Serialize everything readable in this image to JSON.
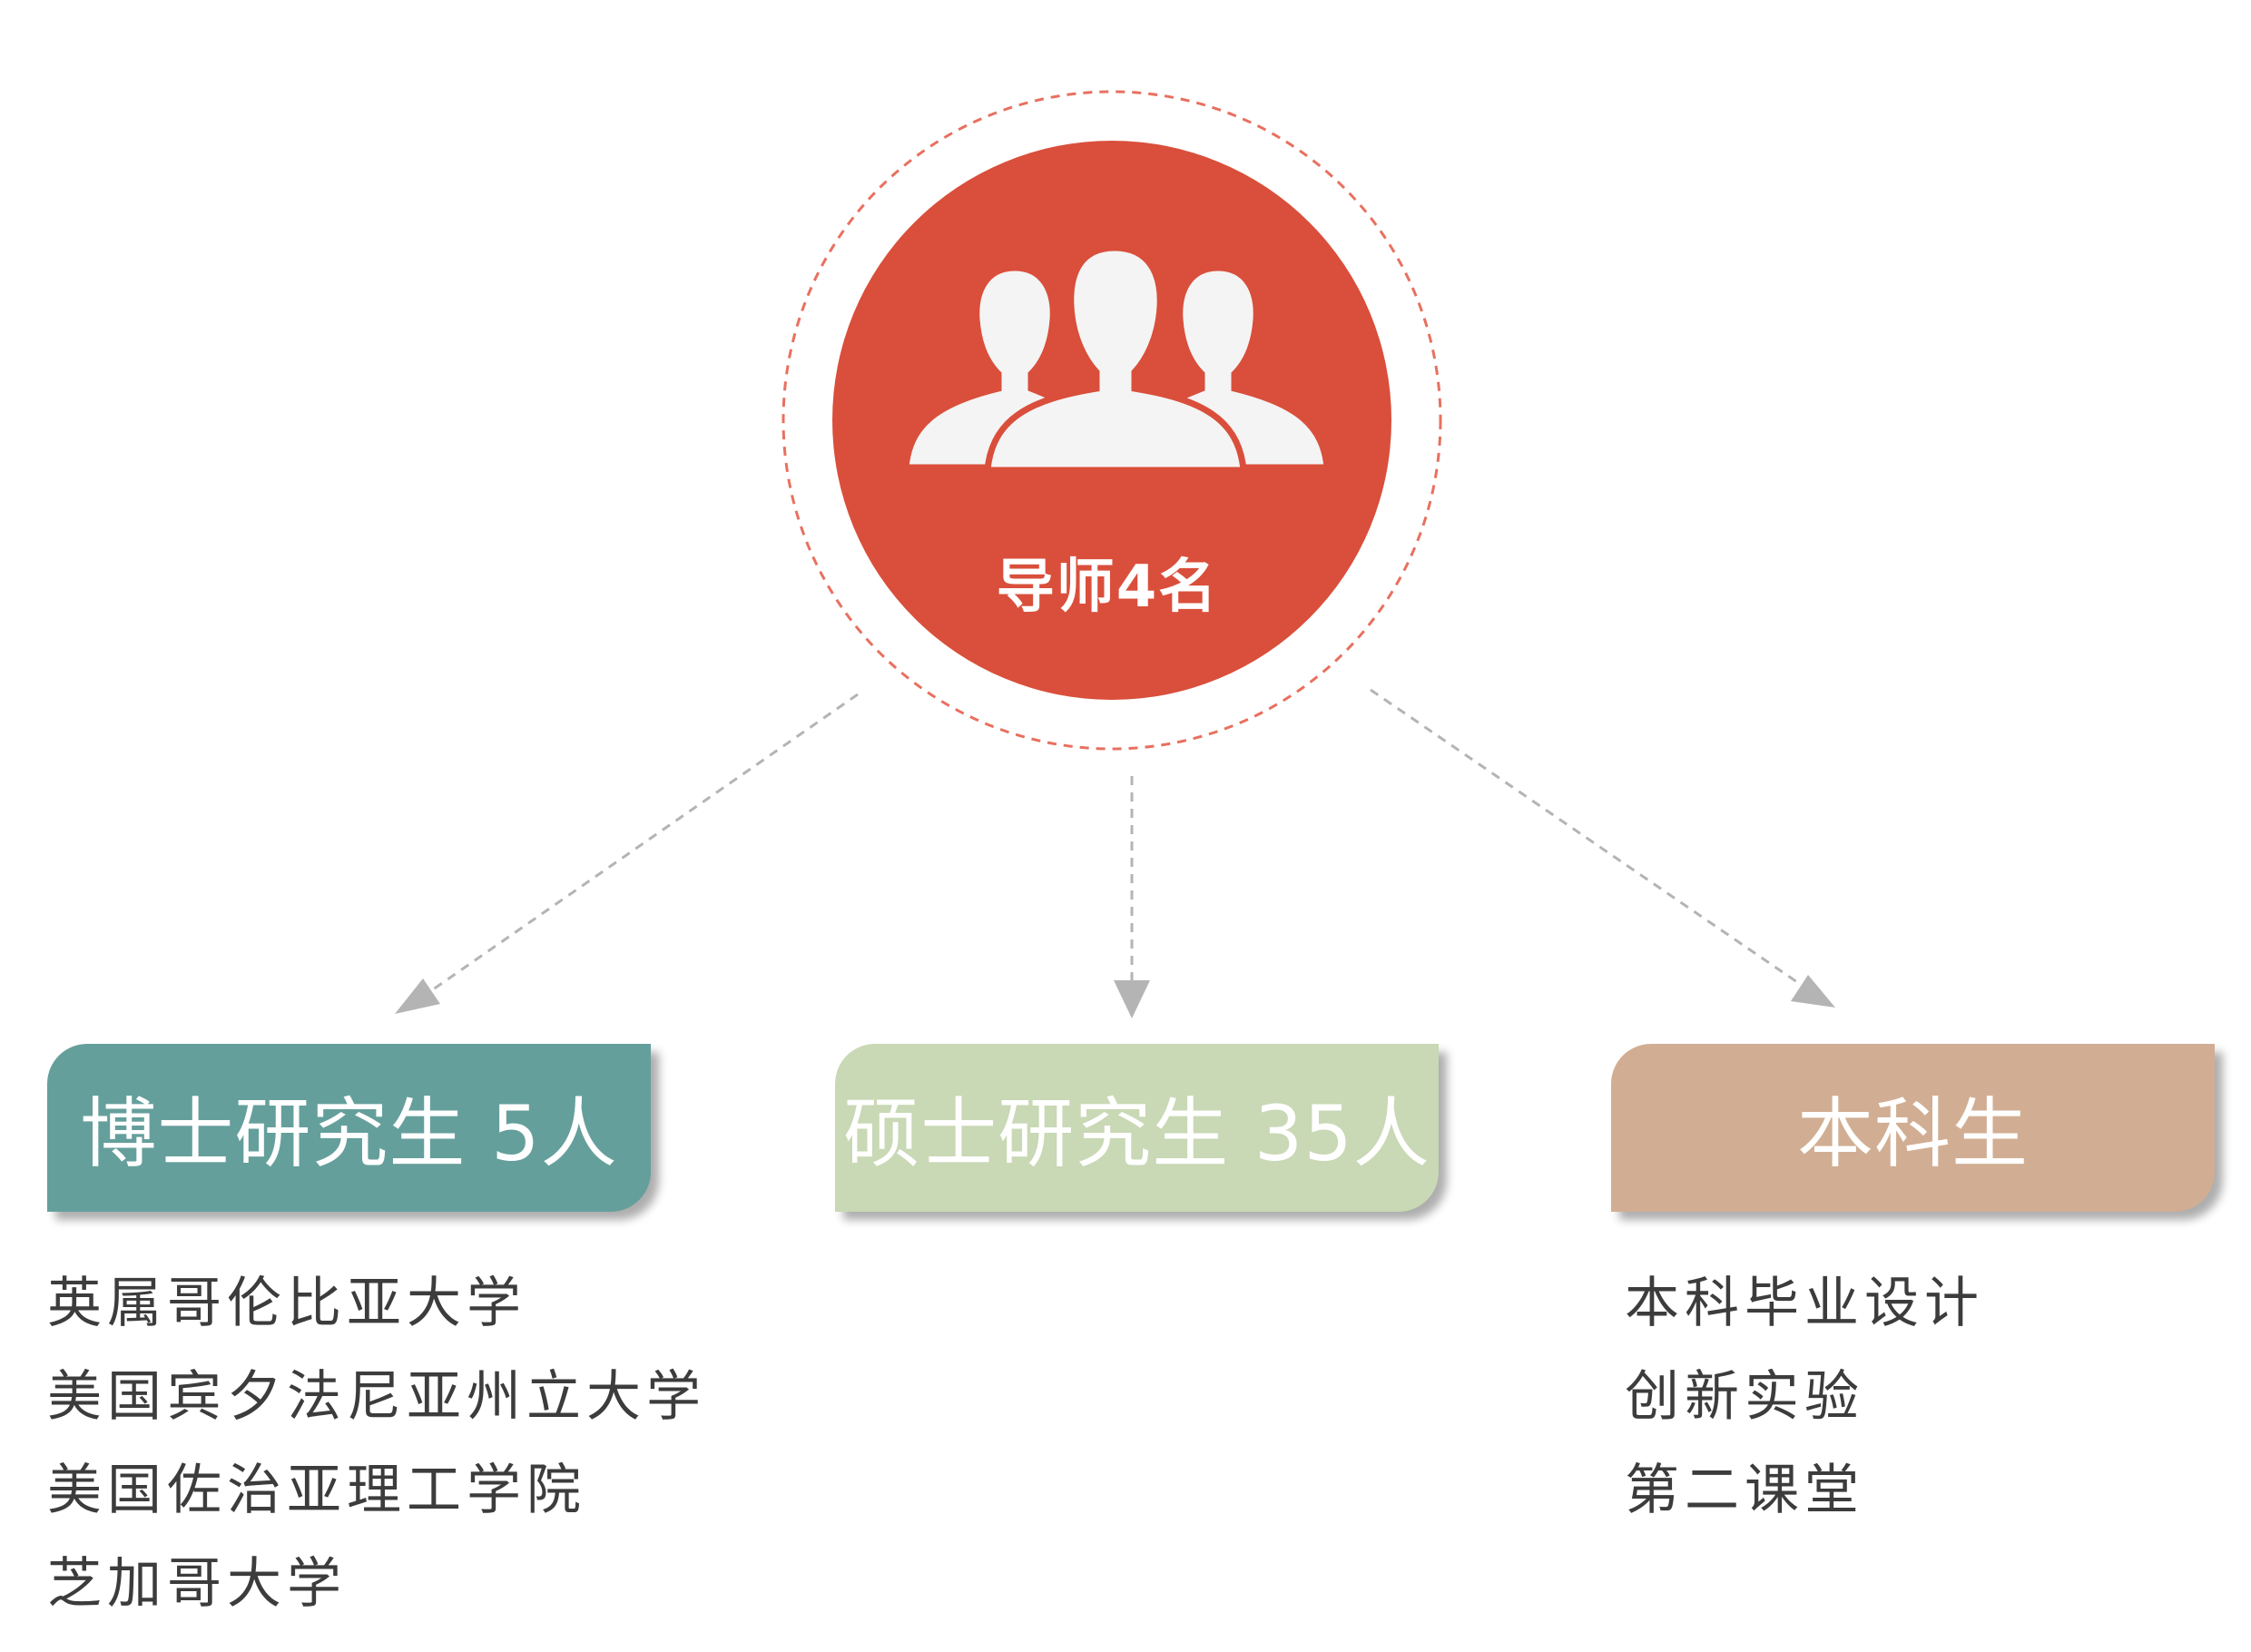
{
  "hub": {
    "label": "导师4名",
    "icon": "people-group-icon",
    "color": "#d94f3b",
    "ring_color": "#e8705f"
  },
  "branches": [
    {
      "title": "博士研究生 5人",
      "color": "#659f9c",
      "items": [
        "英属哥伦比亚大学",
        "美国宾夕法尼亚州立大学",
        "美国佐治亚理工学院",
        "芝加哥大学"
      ]
    },
    {
      "title": "硕士研究生 35人",
      "color": "#c9d8b5",
      "items": []
    },
    {
      "title": "本科生",
      "color": "#d1ae93",
      "items": [
        "本科毕业设计",
        "创新实验",
        "第二课堂"
      ]
    }
  ],
  "connector_color": "#b4b4b4"
}
